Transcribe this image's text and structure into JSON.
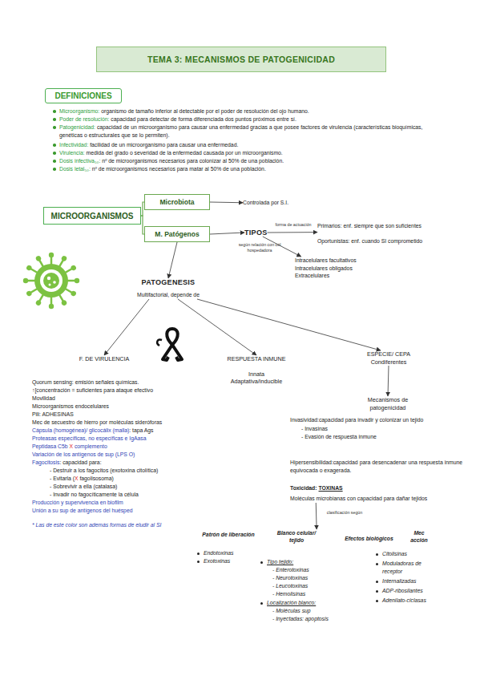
{
  "diagram": {
    "nodes": [
      {
        "text": [
          "TEMA 3: MECANISMOS DE PATOGENICIDAD"
        ]
      },
      {
        "text": [
          "DEFINICIONES"
        ]
      },
      {
        "text": [
          "MICROORGANISMOS"
        ]
      },
      {
        "text": [
          "Microbiota"
        ]
      },
      {
        "text": [
          "Controlada por S.I."
        ]
      },
      {
        "text": [
          "M. Patógenos"
        ]
      },
      {
        "text": [
          "TIPOS"
        ]
      },
      {
        "text": [
          "Primarios: enf. siempre que son suficientes",
          "Oportunistas: enf. cuando SI comprometido"
        ]
      },
      {
        "text": [
          "Intracelulares facultativos",
          "Intracelulares obligados",
          "Extracelulares"
        ]
      },
      {
        "text": [
          "PATOGENESIS",
          "Multifactorial, depende de"
        ]
      },
      {
        "text": [
          "F. DE VIRULENCIA"
        ]
      },
      {
        "text": [
          "RESPUESTA INMUNE",
          "Innata",
          "Adaptativa/inducible"
        ]
      },
      {
        "text": [
          "ESPECIE/ CEPA",
          "Condiferentes"
        ]
      },
      {
        "text": [
          "Mecanismos de patogenicidad"
        ]
      },
      {
        "text": [
          "Toxicidad:",
          "TOXINAS",
          "Moléculas microbianas con capacidad para dañar tejidos"
        ]
      },
      {
        "text": [
          "Patrón de liberación",
          "Endotoxinas",
          "Exotoxinas"
        ]
      },
      {
        "text": [
          "Blanco celular/ tejido",
          "Tipo tejido:",
          "- Enterotoxinas",
          "- Neurotoxinas",
          "- Leucotoxinas",
          "- Hemolisinas",
          "Localización blanco:",
          "- Moléculas sup",
          "- Inyectadas: apoptosis"
        ]
      },
      {
        "text": [
          "Efectos biológicos"
        ]
      },
      {
        "text": [
          "Mec acción",
          "Citolisinas",
          "Moduladoras de receptor",
          "Internalizadas",
          "ADP-ribosilantes",
          "Adenilato-ciclasas"
        ]
      }
    ],
    "edges": [
      {
        "from": 2,
        "to": 3,
        "arrow": "none"
      },
      {
        "from": 2,
        "to": 5,
        "arrow": "none"
      },
      {
        "from": 3,
        "to": 4,
        "arrow": "to"
      },
      {
        "from": 5,
        "to": 6,
        "arrow": "to"
      },
      {
        "from": 6,
        "to": 7,
        "arrow": "to",
        "label": "forma de actuación"
      },
      {
        "from": 6,
        "to": 8,
        "arrow": "to",
        "label": "según relación con cél hospedadora"
      },
      {
        "from": 5,
        "to": 9,
        "arrow": "to"
      },
      {
        "from": 9,
        "to": 10,
        "arrow": "to"
      },
      {
        "from": 9,
        "to": 11,
        "arrow": "to"
      },
      {
        "from": 9,
        "to": 12,
        "arrow": "to"
      },
      {
        "from": 12,
        "to": 13,
        "arrow": "to"
      },
      {
        "from": 14,
        "to": 16,
        "arrow": "to",
        "label": "clasificación según"
      }
    ],
    "labels": [
      "Microorganismo:",
      "organismo de tamaño inferior al detectable por el poder de resolución del ojo humano.",
      "Poder de resolución:",
      "capacidad para detectar de forma diferenciada dos puntos próximos entre sí.",
      "Patogenicidad:",
      "capacidad de un microorganismo para causar una enfermedad gracias a que posee factores de virulencia (características bioquímicas, genéticas o estructurales que se lo permiten).",
      "Infectividad:",
      "facilidad de un microorganismo para causar una enfermedad.",
      "Virulencia:",
      "medida del grado o severidad de la enfermedad causada por un microorganismo.",
      "Dosis infectiva₅₀:",
      "nº de microorganismos necesarios para colonizar al 50% de una población.",
      "Dosis letal₅₀:",
      "nº de microorganismos necesarios para matar al 50% de una población.",
      "Quorum sensing: emisión señales químicas.",
      "↑[concentración = suficientes para ataque efectivo",
      "Movilidad",
      "Microorganismos endocelulares",
      "Pili: ADHESINAS",
      "Mec de secuestro de hierro por moléculas sideróforas",
      "Cápsula (homogénea)/ glicocálix (malla)",
      ": tapa Ags",
      "Proteasas específicas, no específicas e IgAasa",
      "Peptidasa C5b",
      "X",
      "complemento",
      "Variación de los antígenos de sup (LPS O)",
      "Fagocitosis",
      ": capacidad para:",
      "- Destruir a los fagocitos (exotoxina citolítica)",
      "- Evitarla (",
      "X",
      "fagolisosoma)",
      "- Sobrevivir a ella (catalasa)",
      "- Invadir no fagocíticamente la célula",
      "Producción y supervivencia en biofilm",
      "Unión a su sup de antígenos del huésped",
      "* Las de este color son además formas de eludir al SI",
      "Invasividad:",
      "capacidad para invadir y colonizar un tejido",
      "- Invasinas",
      "- Evasión de respuesta inmune",
      "Hipersensibilidad:",
      "capacidad para desencadenar una respuesta inmune equivocada o exagerada."
    ]
  }
}
